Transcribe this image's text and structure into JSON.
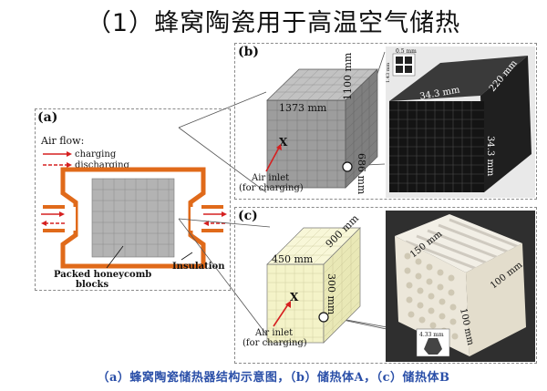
{
  "title": "（1）蜂窝陶瓷用于高温空气储热",
  "caption": "（a）蜂窝陶瓷储热器结构示意图，（b）储热体A，（c）储热体B",
  "panel_a": {
    "label": "(a)",
    "legend_title": "Air flow:",
    "legend_charging": "charging",
    "legend_discharging": "discharging",
    "packed": "Packed honeycomb blocks",
    "packed_l1": "Packed honeycomb",
    "packed_l2": "blocks",
    "insulation": "Insulation"
  },
  "panel_b": {
    "label": "(b)",
    "dim_top": "1373 mm",
    "dim_depth": "1100 mm",
    "dim_height": "686 mm",
    "x_mark": "X",
    "inlet_l1": "Air inlet",
    "inlet_l2": "(for charging)",
    "photo_w": "34.3 mm",
    "photo_l": "220 mm",
    "photo_h": "34.3 mm",
    "inset_top": "0.5 mm",
    "inset_side": "1.43 mm"
  },
  "panel_c": {
    "label": "(c)",
    "dim_top": "450 mm",
    "dim_depth": "900 mm",
    "dim_height": "300 mm",
    "x_mark": "X",
    "inlet_l1": "Air inlet",
    "inlet_l2": "(for charging)",
    "photo_w": "150 mm",
    "photo_l": "100 mm",
    "photo_h": "100 mm",
    "inset_dim": "4.33 mm"
  },
  "colors": {
    "caption": "#2a4fa8",
    "insulation": "#e06a1a",
    "red_arrow": "#d62020",
    "grey_block": "#b3b3b3",
    "yellow_block": "#f4f3c8"
  }
}
